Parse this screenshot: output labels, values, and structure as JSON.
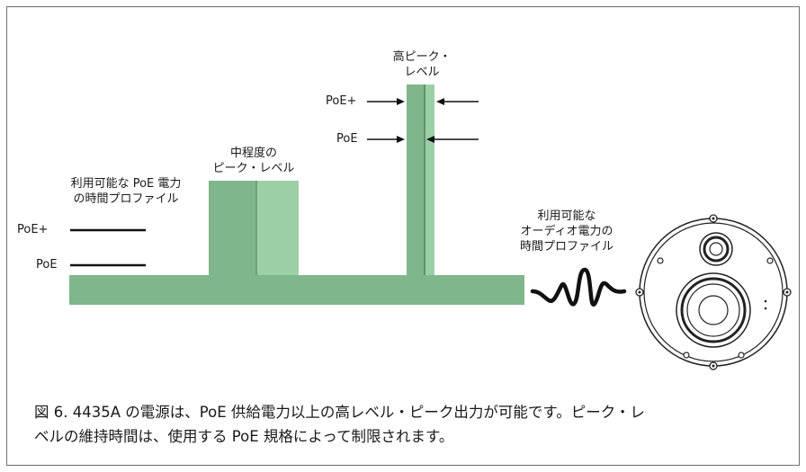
{
  "labels": {
    "available_poe_profile_line1": "利用可能な PoE 電力",
    "available_poe_profile_line2": "の時間プロファイル",
    "poe_plus": "PoE+",
    "poe": "PoE",
    "medium_peak_line1": "中程度の",
    "medium_peak_line2": "ピーク・レベル",
    "high_peak_line1": "高ピーク・",
    "high_peak_line2": "レベル",
    "audio_profile_line1": "利用可能な",
    "audio_profile_line2": "オーディオ電力の",
    "audio_profile_line3": "時間プロファイル"
  },
  "caption": {
    "line1": "図 6. 4435A の電源は、PoE 供給電力以上の高レベル・ピーク出力が可能です。ピーク・レ",
    "line2": "ベルの維持時間は、使用する PoE 規格によって制限されます。"
  },
  "colors": {
    "bar_green": "#7fb68c",
    "bar_green_light": "#9dcfa6",
    "bar_green_dark": "#6f9f7b",
    "line_black": "#111111",
    "frame_gray": "#6f6f6f"
  }
}
